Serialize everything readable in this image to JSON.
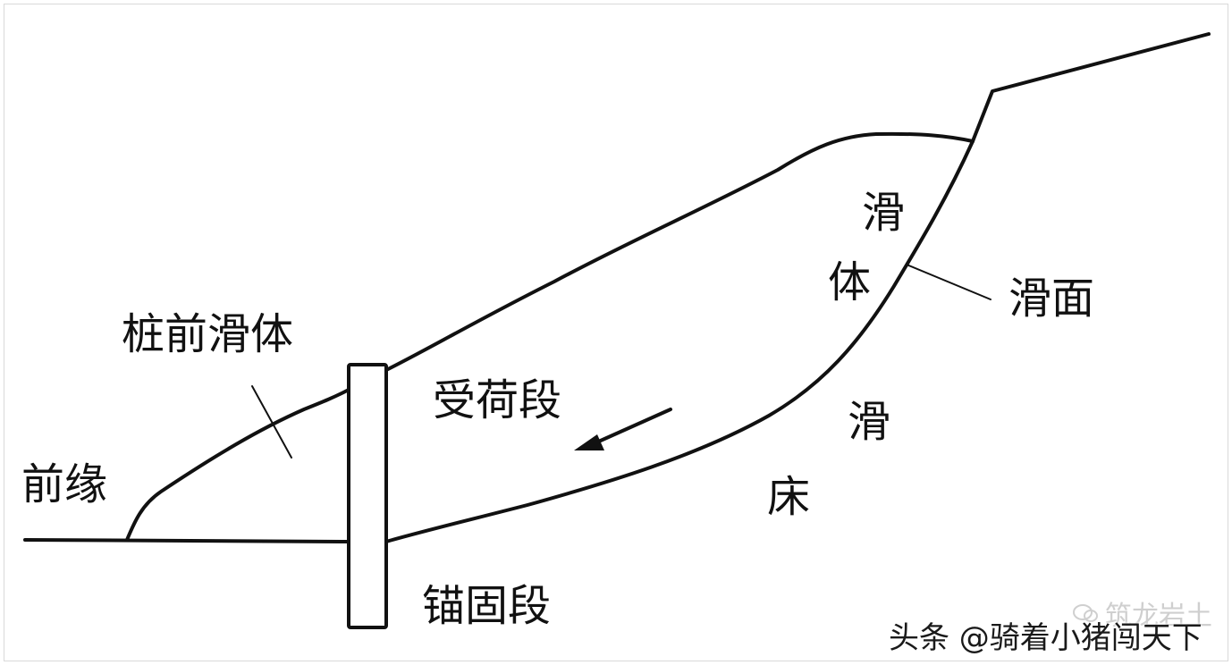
{
  "labels": {
    "front_edge": "前缘",
    "pile_front_body": "桩前滑体",
    "load_section": "受荷段",
    "anchor_section": "锚固段",
    "slide_body_1": "滑",
    "slide_body_2": "体",
    "slip_surface": "滑面",
    "slide_bed_1": "滑",
    "slide_bed_2": "床"
  },
  "watermark": {
    "source": "筑龙岩土",
    "main": "头条 @骑着小猪闯天下"
  },
  "colors": {
    "line": "#111111",
    "watermark_light": "#cfcfcf",
    "frame": "#d9d9d9"
  }
}
